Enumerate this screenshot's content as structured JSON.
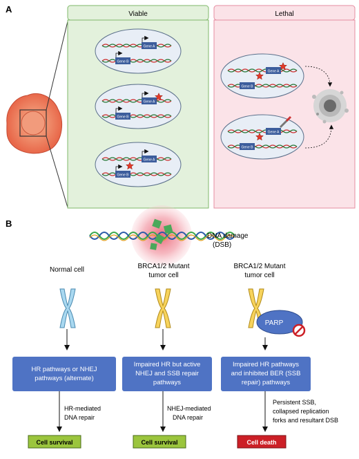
{
  "panel_a": {
    "label": "A",
    "viable": {
      "title": "Viable"
    },
    "lethal": {
      "title": "Lethal"
    },
    "gene_a": "Gene A",
    "gene_b": "Gene B"
  },
  "panel_b": {
    "label": "B",
    "damage_label_line1": "DNA damage",
    "damage_label_line2": "(DSB)",
    "columns": [
      {
        "cell_label": [
          "Normal cell"
        ],
        "chromosome_color": "#a9d8f0",
        "box_text": [
          "HR pathways or NHEJ",
          "pathways (altemate)"
        ],
        "repair_label": [
          "HR-mediated",
          "DNA repair"
        ],
        "outcome": "Cell survival",
        "outcome_color": "#9bc53d"
      },
      {
        "cell_label": [
          "BRCA1/2 Mutant",
          "tumor cell"
        ],
        "chromosome_color": "#f7d35c",
        "box_text": [
          "Impaired HR but active",
          "NHEJ and SSB repair",
          "pathways"
        ],
        "repair_label": [
          "NHEJ-mediated",
          "DNA repair"
        ],
        "outcome": "Cell survival",
        "outcome_color": "#9bc53d"
      },
      {
        "cell_label": [
          "BRCA1/2 Mutant",
          "tumor cell"
        ],
        "chromosome_color": "#f7d35c",
        "box_text": [
          "Impaired HR pathways",
          "and inhibited BER (SSB",
          "repair) pathways"
        ],
        "repair_label": [
          "Persistent SSB,",
          "collapsed replication",
          "forks and resultant DSB"
        ],
        "outcome": "Cell death",
        "outcome_color": "#cc1f26",
        "parp_label": "PARP"
      }
    ]
  },
  "colors": {
    "viable_fill": "#e3f1dc",
    "viable_border": "#7fb86a",
    "lethal_fill": "#fbe3e8",
    "lethal_border": "#e58ca0",
    "box_fill": "#4f73c4",
    "gene_box": "#3c5d9c"
  }
}
